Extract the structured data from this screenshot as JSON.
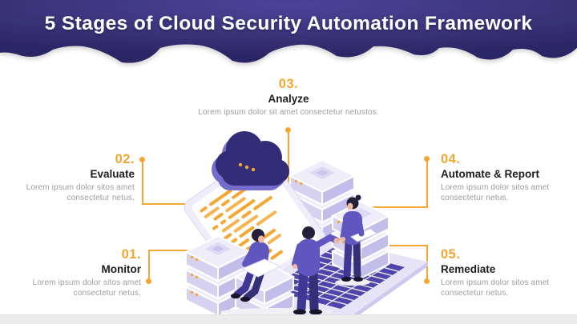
{
  "header": {
    "title": "5 Stages of Cloud Security Automation Framework"
  },
  "stages": [
    {
      "number": "01.",
      "title": "Monitor",
      "description": "Lorem ipsum dolor sitos amet consectetur netus."
    },
    {
      "number": "02.",
      "title": "Evaluate",
      "description": "Lorem ipsum dolor sitos amet consectetur netus."
    },
    {
      "number": "03.",
      "title": "Analyze",
      "description": "Lorem ipsum dolor sit amet consectetur netustos."
    },
    {
      "number": "04.",
      "title": "Automate & Report",
      "description": "Lorem ipsum dolor sitos amet consectetur netus."
    },
    {
      "number": "05.",
      "title": "Remediate",
      "description": "Lorem ipsum dolor sitos amet consectetur netus."
    }
  ],
  "colors": {
    "accent_orange": "#F5A731",
    "banner_purple_center": "#4D4399",
    "banner_purple_edge": "#2C2765",
    "stage_title": "#1D1D1F",
    "description_gray": "#9C9C9E",
    "footer_gray": "#ECECEC",
    "illustration_purple_dark": "#332D78",
    "illustration_lavender": "#E7E4F7"
  },
  "illustration": {
    "elements": [
      "cloud",
      "code-laptop",
      "server-stacks",
      "devops-team"
    ]
  }
}
